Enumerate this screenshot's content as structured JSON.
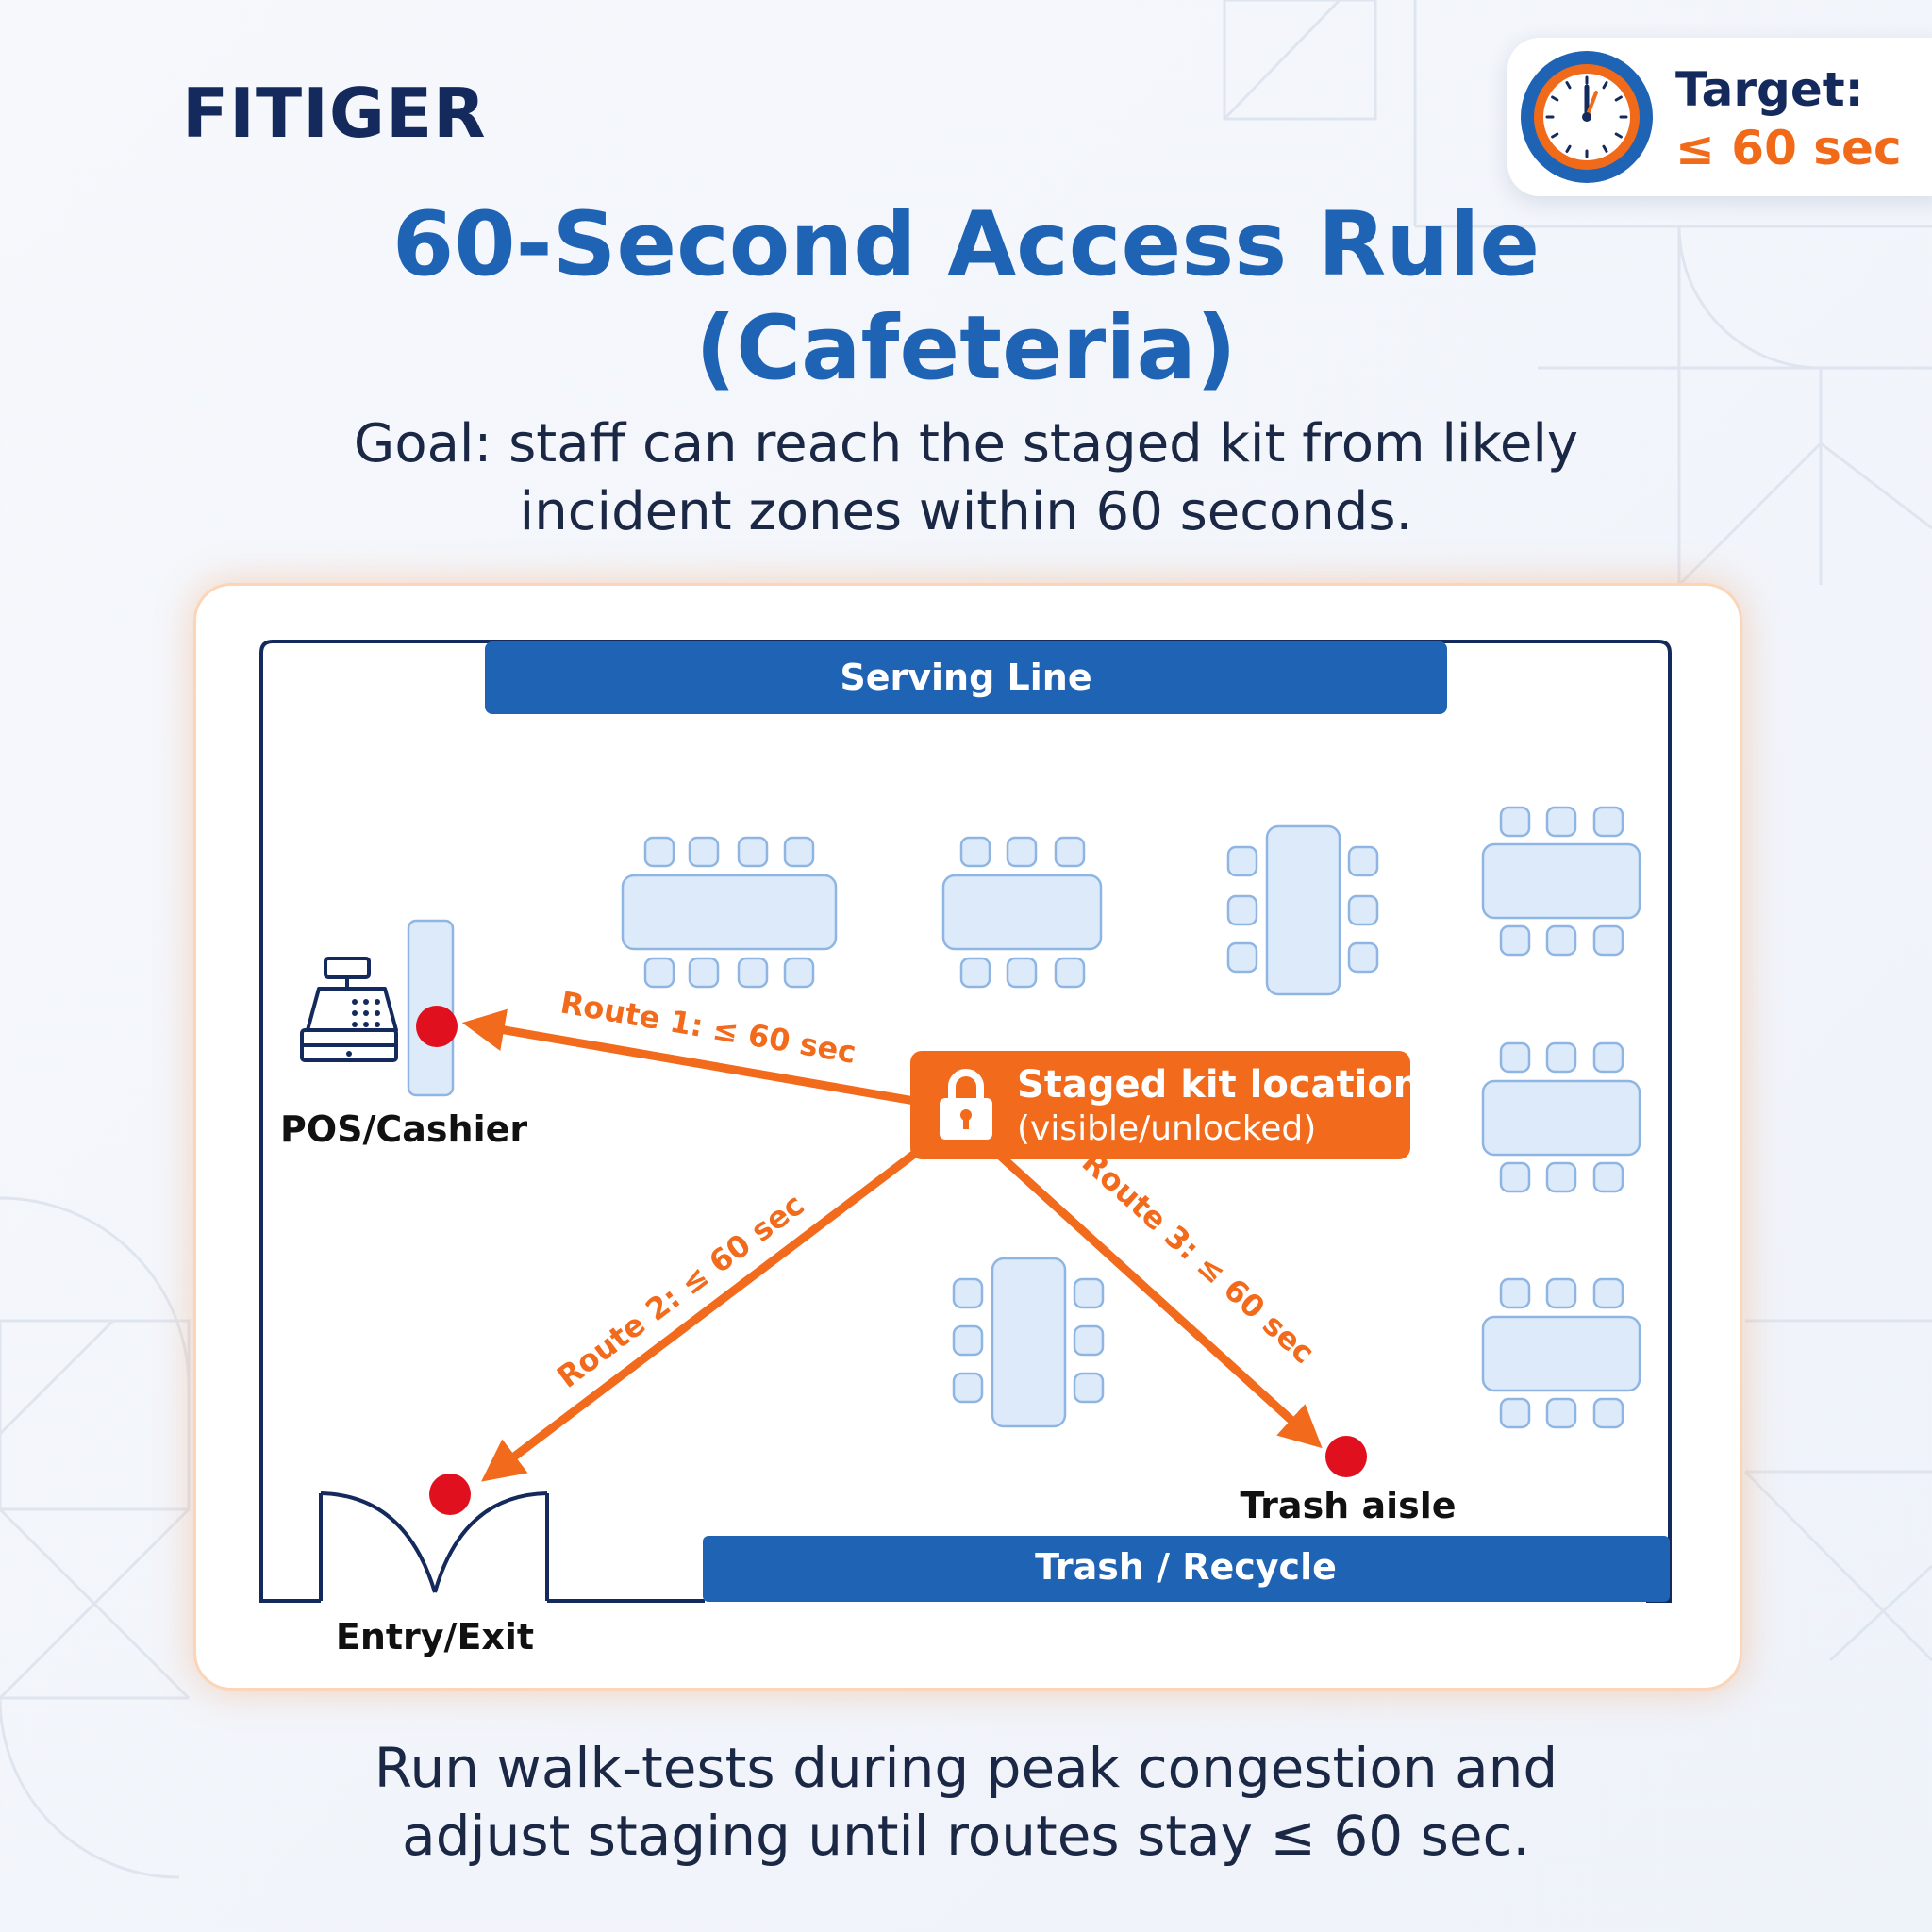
{
  "brand": "FITIGER",
  "target": {
    "label": "Target:",
    "value": "≤ 60 sec"
  },
  "title": {
    "line1": "60-Second Access Rule",
    "line2": "(Cafeteria)"
  },
  "subtitle": {
    "line1": "Goal: staff can reach the staged kit from likely",
    "line2": "incident zones within 60 seconds."
  },
  "map": {
    "serving_line": "Serving Line",
    "trash_recycle": "Trash / Recycle",
    "kit": {
      "title": "Staged kit location",
      "subtitle": "(visible/unlocked)"
    },
    "locations": {
      "pos": "POS/Cashier",
      "entry": "Entry/Exit",
      "trash": "Trash aisle"
    },
    "routes": {
      "route1": "Route 1: ≤ 60 sec",
      "route2": "Route 2: ≤ 60 sec",
      "route3": "Route 3: ≤ 60 sec"
    }
  },
  "footer": {
    "line1": "Run walk-tests during peak congestion and",
    "line2": "adjust staging until routes stay ≤ 60 sec."
  },
  "colors": {
    "brand_navy": "#142a5c",
    "title_blue": "#1f63b5",
    "accent_orange": "#f06a1a",
    "marker_red": "#e0101e",
    "table_fill": "#dceaf9",
    "table_stroke": "#8fb5e3"
  }
}
